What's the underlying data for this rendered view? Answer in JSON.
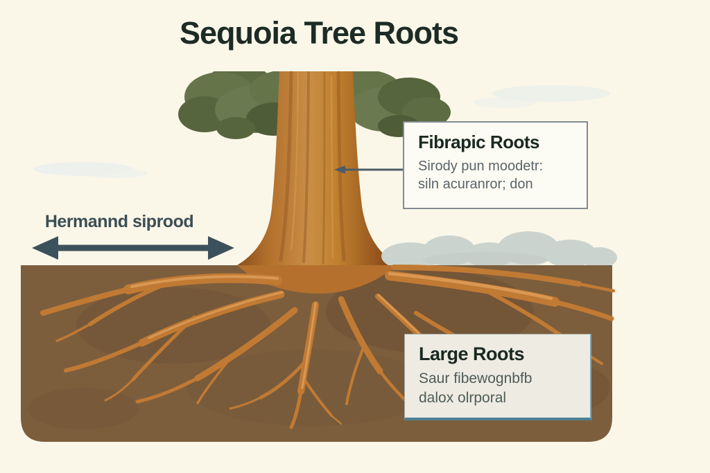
{
  "title": "Sequoia Tree Roots",
  "callouts": {
    "fibrous": {
      "title": "Fibrapic Roots",
      "lines": [
        "Sirody pun moodetr:",
        "siln acuranror; don"
      ]
    },
    "large": {
      "title": "Large Roots",
      "lines": [
        "Saur fibewognbfb",
        "dalox olrporal"
      ]
    }
  },
  "spread": {
    "label": "Hermannd siprood"
  },
  "icons": {
    "double_arrow": "double-headed horizontal arrow indicating root spread width",
    "leader_line": "connector line from fibrous-roots callout to trunk"
  },
  "colors": {
    "background": "#FAF7E9",
    "title_text": "#1C2B24",
    "accent_slate": "#3B515C",
    "soil_brown": "#7C5E3D",
    "trunk_orange": "#BB7832",
    "root_orange": "#C17A33",
    "foliage_green": "#66744A",
    "bush_gray": "#CBD3CE",
    "callout_border_gray": "#828B90",
    "callout_teal_edge": "#4C7E94",
    "callout_bg_white": "#FCFBF4",
    "callout_bg_beige": "#EDEBE2"
  }
}
